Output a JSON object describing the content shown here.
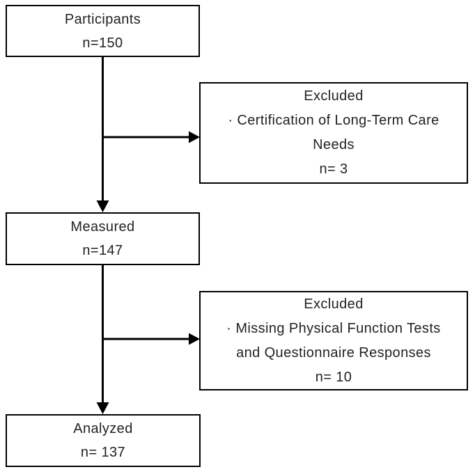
{
  "flowchart": {
    "nodes": {
      "participants": {
        "title": "Participants",
        "count": "n=150"
      },
      "excluded1": {
        "title": "Excluded",
        "reason_line1": "· Certification of Long-Term Care",
        "reason_line2": "Needs",
        "count": "n= 3"
      },
      "measured": {
        "title": "Measured",
        "count": "n=147"
      },
      "excluded2": {
        "title": "Excluded",
        "reason_line1": "· Missing Physical Function Tests",
        "reason_line2": "and Questionnaire Responses",
        "count": "n= 10"
      },
      "analyzed": {
        "title": "Analyzed",
        "count": "n= 137"
      }
    },
    "colors": {
      "border": "#000000",
      "arrow": "#000000",
      "text": "#222222",
      "background": "#ffffff"
    }
  }
}
